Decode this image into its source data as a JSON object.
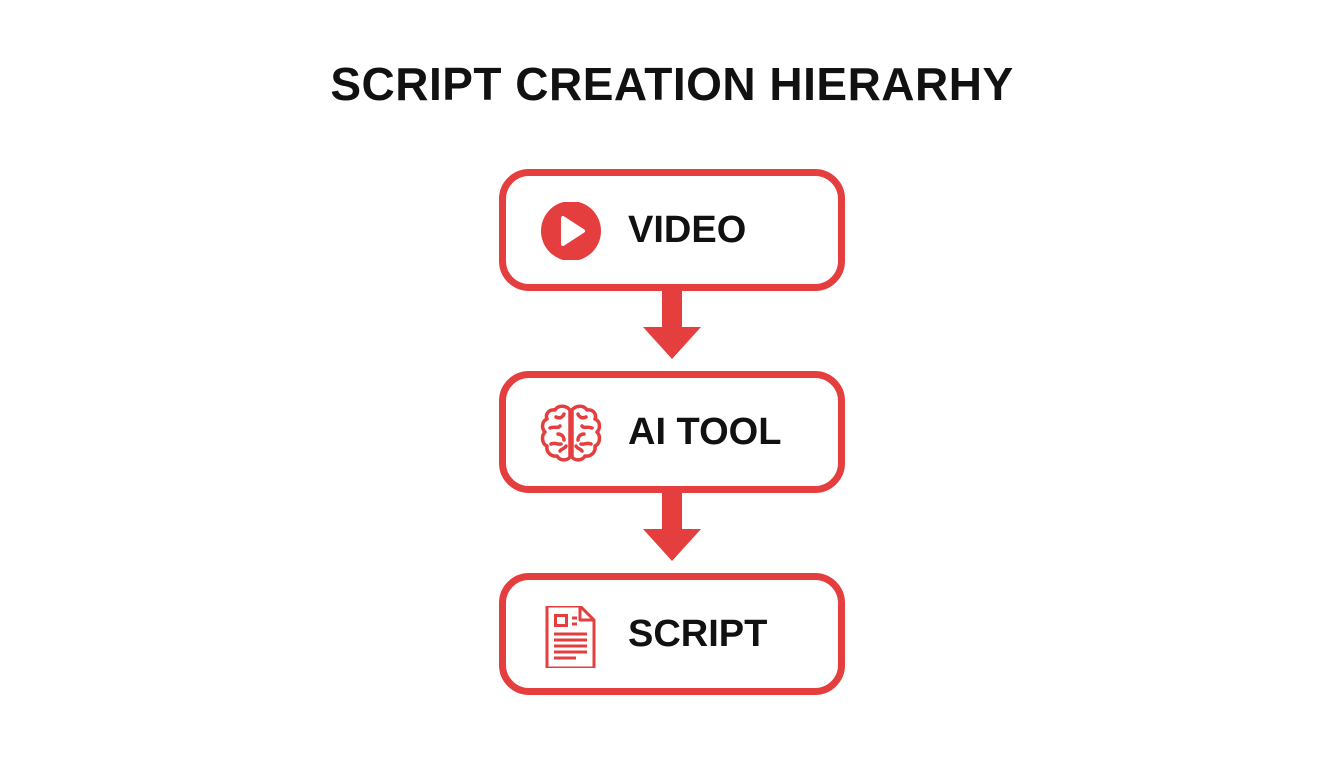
{
  "title": "SCRIPT CREATION HIERARHY",
  "colors": {
    "accent": "#e53e3e",
    "text": "#111111",
    "background": "#ffffff"
  },
  "steps": [
    {
      "label": "VIDEO",
      "icon": "play-icon"
    },
    {
      "label": "AI TOOL",
      "icon": "brain-icon"
    },
    {
      "label": "SCRIPT",
      "icon": "document-icon"
    }
  ]
}
